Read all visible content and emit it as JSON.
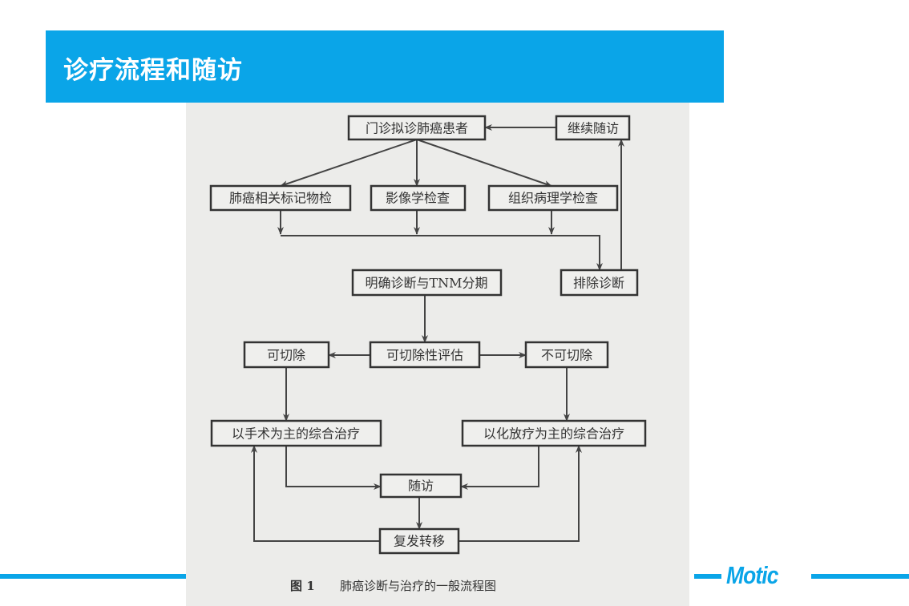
{
  "header": {
    "title": "诊疗流程和随访"
  },
  "logo": {
    "text": "Motic"
  },
  "colors": {
    "accent": "#0aa5e8"
  },
  "diagram": {
    "nodes": {
      "outpatient": "门诊拟诊肺癌患者",
      "continue_followup": "继续随访",
      "markers": "肺癌相关标记物检",
      "imaging": "影像学检查",
      "pathology": "组织病理学检查",
      "diagnosis": "明确诊断与TNM分期",
      "exclude": "排除诊断",
      "assessment": "可切除性评估",
      "resectable": "可切除",
      "unresectable": "不可切除",
      "surgery": "以手术为主的综合治疗",
      "chemo": "以化放疗为主的综合治疗",
      "followup": "随访",
      "recurrence": "复发转移"
    },
    "caption_label": "图 1",
    "caption_text": "肺癌诊断与治疗的一般流程图"
  }
}
